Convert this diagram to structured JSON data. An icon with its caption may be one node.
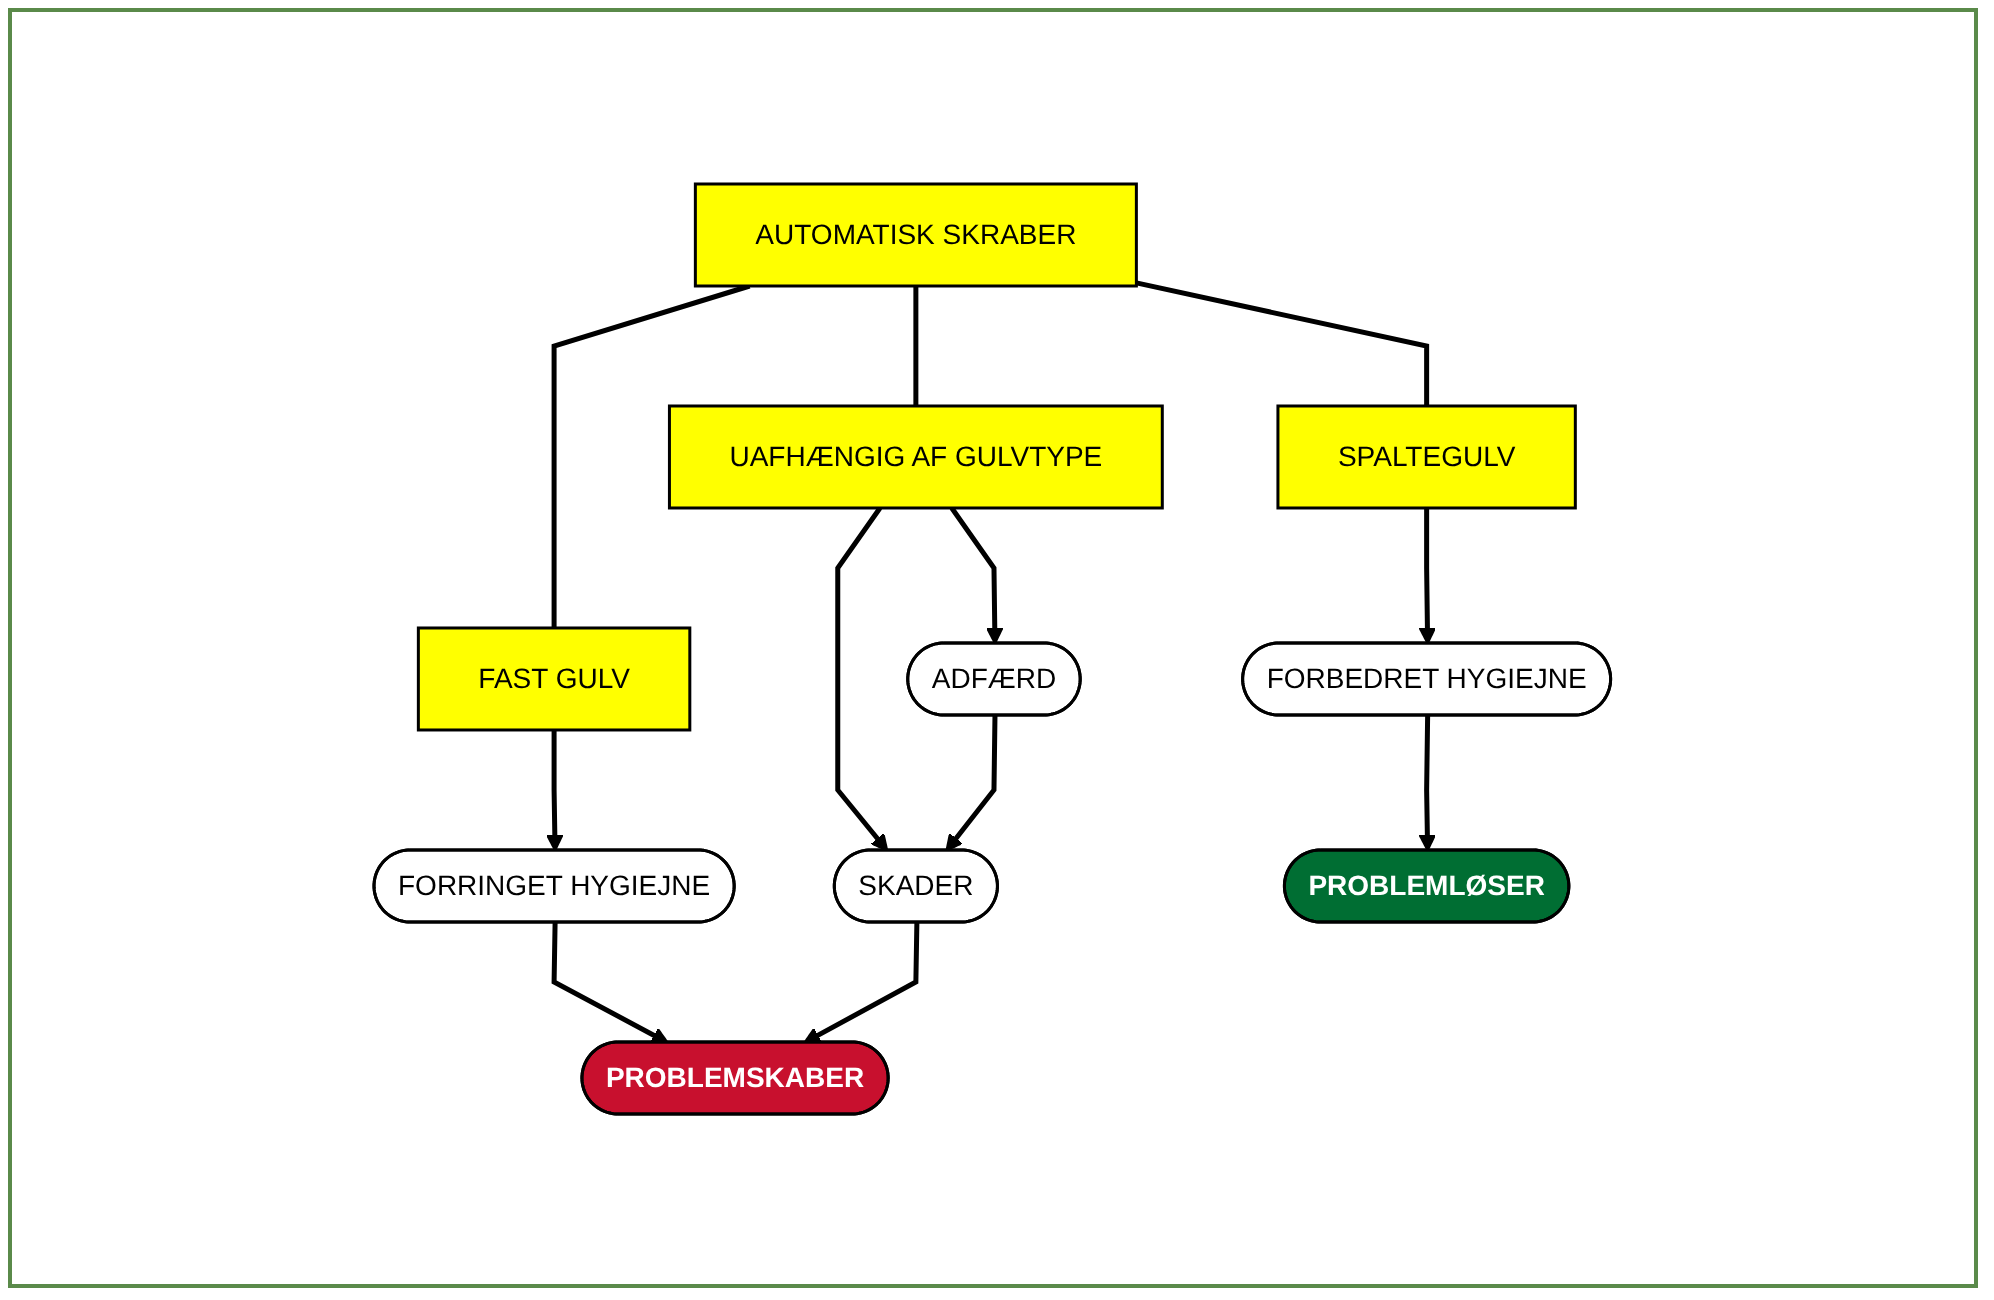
{
  "diagram": {
    "nodes": [
      {
        "text": [
          "AUTOMATISK SKRABER"
        ]
      },
      {
        "text": [
          "SPALTEGULV"
        ]
      },
      {
        "text": [
          "FAST GULV"
        ]
      },
      {
        "text": [
          "UAFHÆNGIG AF GULVTYPE"
        ]
      },
      {
        "text": [
          "FORBEDRET HYGIEJNE"
        ]
      },
      {
        "text": [
          "FORRINGET HYGIEJNE"
        ]
      },
      {
        "text": [
          "ADFÆRD"
        ]
      },
      {
        "text": [
          "SKADER"
        ]
      },
      {
        "text": [
          "PROBLEMLØSER"
        ]
      },
      {
        "text": [
          "PROBLEMSKABER"
        ]
      }
    ],
    "edges": [
      {
        "from": 0,
        "to": 1,
        "arrow": "none"
      },
      {
        "from": 0,
        "to": 2,
        "arrow": "none"
      },
      {
        "from": 0,
        "to": 3,
        "arrow": "none"
      },
      {
        "from": 1,
        "to": 4,
        "arrow": "to"
      },
      {
        "from": 2,
        "to": 5,
        "arrow": "to"
      },
      {
        "from": 3,
        "to": 7,
        "arrow": "to"
      },
      {
        "from": 3,
        "to": 6,
        "arrow": "to"
      },
      {
        "from": 6,
        "to": 7,
        "arrow": "to"
      },
      {
        "from": 4,
        "to": 8,
        "arrow": "to"
      },
      {
        "from": 5,
        "to": 9,
        "arrow": "to"
      },
      {
        "from": 7,
        "to": 9,
        "arrow": "to"
      }
    ]
  }
}
